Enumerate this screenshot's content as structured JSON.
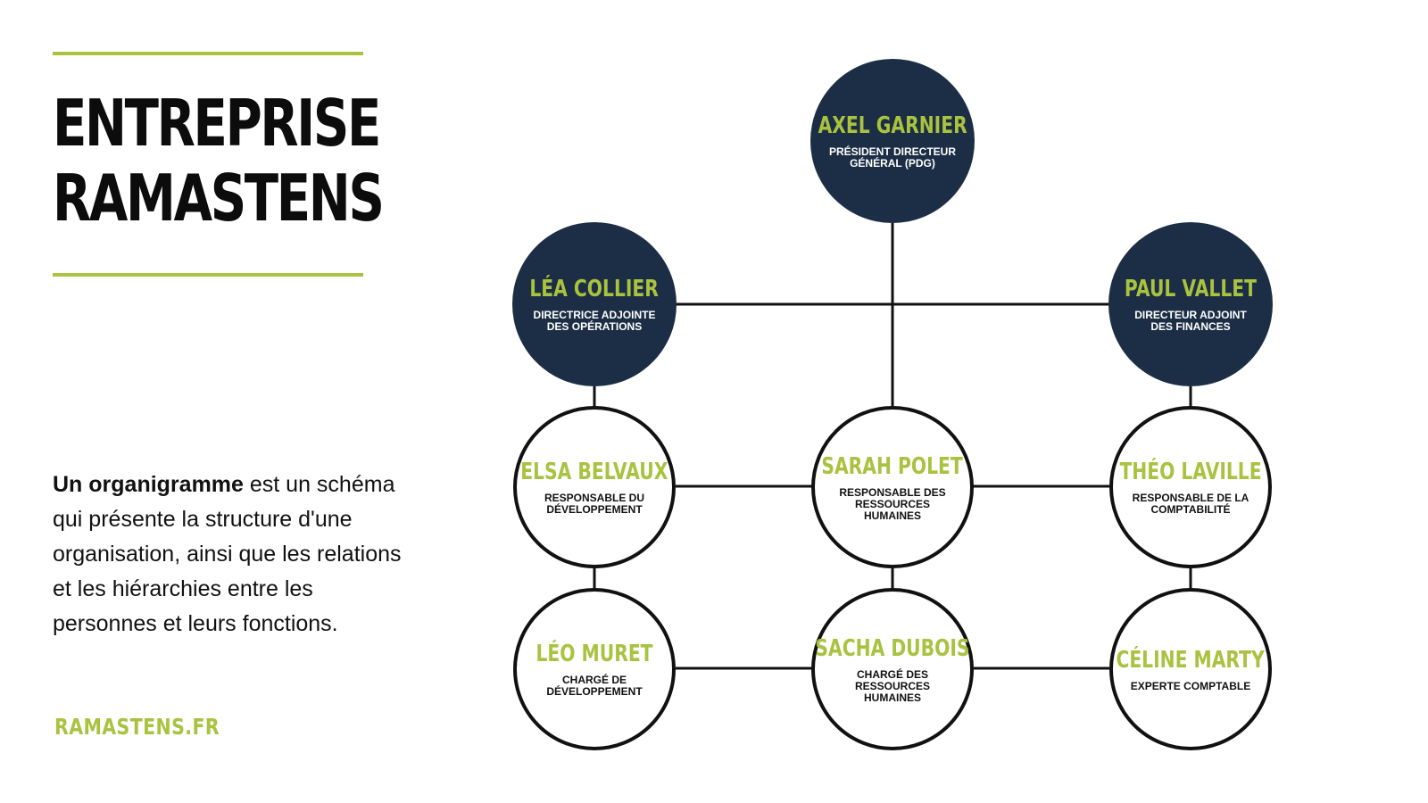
{
  "header": {
    "title_line1": "ENTREPRISE",
    "title_line2": "RAMASTENS"
  },
  "intro": {
    "bold": "Un organigramme",
    "text": " est un schéma qui présente la structure d'une organisation, ainsi que les relations et les hiérarchies entre les personnes et leurs fonctions."
  },
  "footer": {
    "site": "RAMASTENS.FR"
  },
  "colors": {
    "accent": "#a9c23f",
    "dark_node": "#1c2e45",
    "text": "#111111"
  },
  "org": {
    "ceo": {
      "name": "AXEL GARNIER",
      "role": "PRÉSIDENT DIRECTEUR GÉNÉRAL (PDG)"
    },
    "deputy_ops": {
      "name": "LÉA COLLIER",
      "role": "DIRECTRICE ADJOINTE DES OPÉRATIONS"
    },
    "deputy_fin": {
      "name": "PAUL VALLET",
      "role": "DIRECTEUR ADJOINT DES FINANCES"
    },
    "dev_manager": {
      "name": "ELSA BELVAUX",
      "role": "RESPONSABLE DU DÉVELOPPEMENT"
    },
    "hr_manager": {
      "name": "SARAH POLET",
      "role": "RESPONSABLE DES RESSOURCES HUMAINES"
    },
    "acc_manager": {
      "name": "THÉO LAVILLE",
      "role": "RESPONSABLE DE LA COMPTABILITÉ"
    },
    "dev_officer": {
      "name": "LÉO MURET",
      "role": "CHARGÉ DE DÉVELOPPEMENT"
    },
    "hr_officer": {
      "name": "SACHA DUBOIS",
      "role": "CHARGÉ DES RESSOURCES HUMAINES"
    },
    "accountant": {
      "name": "CÉLINE MARTY",
      "role": "EXPERTE COMPTABLE"
    }
  }
}
